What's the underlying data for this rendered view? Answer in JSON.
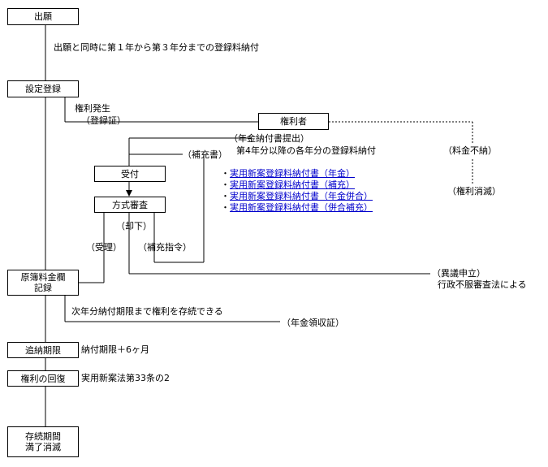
{
  "boxes": {
    "application": "出願",
    "registration": "設定登録",
    "right_holder": "権利者",
    "receipt": "受付",
    "format_check": "方式審査",
    "ledger": "原簿料金欄\n記録",
    "late_payment": "追納期限",
    "restoration": "権利の回復",
    "expiry": "存続期間\n満了消滅"
  },
  "labels": {
    "payment_with_application": "出願と同時に第１年から第３年分までの登録料納付",
    "right_arises": "権利発生",
    "registration_cert": "（登録証）",
    "annual_submit": "（年金納付書提出）",
    "annual_fee_note": "第4年分以降の各年分の登録料納付",
    "supplement_doc": "（補充書）",
    "dismissal": "（却下）",
    "acceptance": "（受理）",
    "supplement_order": "（補充指令）",
    "non_payment": "（料金不納）",
    "right_extinction": "（権利消滅）",
    "objection": "（異議申立）",
    "admin_appeal": "行政不服審査法による",
    "next_year_note": "次年分納付期限まで権利を存続できる",
    "annual_receipt": "（年金領収証）",
    "late_payment_deadline": "納付期限＋6ヶ月",
    "law_article": "実用新案法第33条の2"
  },
  "links": [
    "実用新案登録料納付書（年金）",
    "実用新案登録料納付書（補充）",
    "実用新案登録料納付書（年金併合）",
    "実用新案登録料納付書（併合補充）"
  ],
  "link_bullet": "・"
}
